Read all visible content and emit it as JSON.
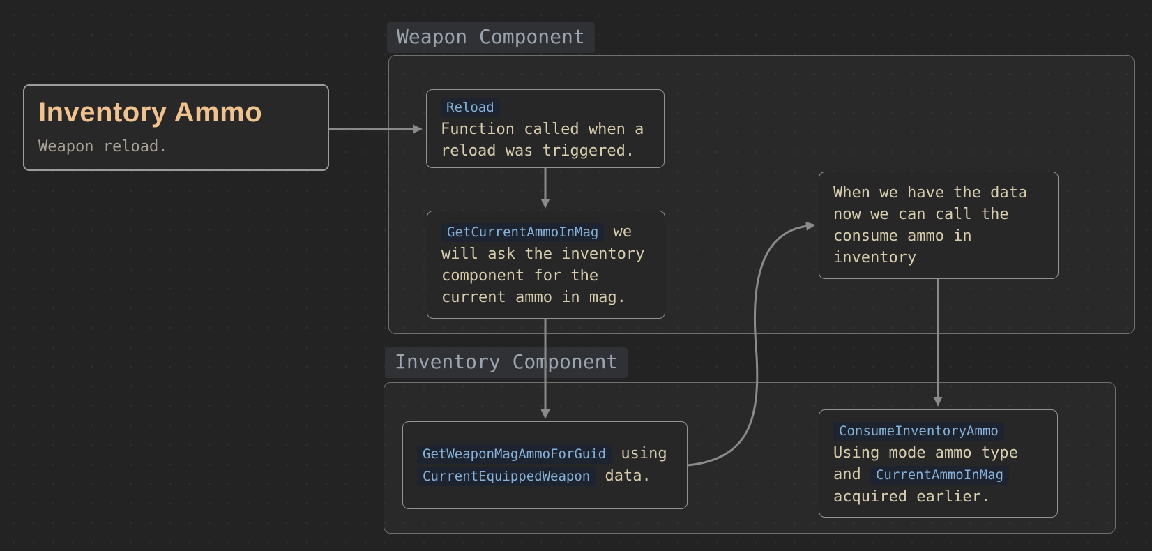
{
  "card": {
    "title": "Inventory Ammo",
    "subtitle": "Weapon reload."
  },
  "groups": {
    "weapon": {
      "label": "Weapon Component"
    },
    "inventory": {
      "label": "Inventory Component"
    }
  },
  "nodes": {
    "reload": {
      "segments": [
        {
          "t": "code",
          "v": "Reload"
        },
        {
          "t": "br"
        },
        {
          "t": "text",
          "v": "Function called when a reload was triggered."
        }
      ]
    },
    "get_current_ammo": {
      "segments": [
        {
          "t": "code",
          "v": "GetCurrentAmmoInMag"
        },
        {
          "t": "text",
          "v": " we will ask the inventory component for the current ammo in mag."
        }
      ]
    },
    "when_data": {
      "segments": [
        {
          "t": "text",
          "v": "When we have the data now we can call the consume ammo in inventory"
        }
      ]
    },
    "get_weapon_mag": {
      "segments": [
        {
          "t": "code",
          "v": "GetWeaponMagAmmoForGuid"
        },
        {
          "t": "text",
          "v": " using "
        },
        {
          "t": "code",
          "v": "CurrentEquippedWeapon"
        },
        {
          "t": "text",
          "v": " data."
        }
      ]
    },
    "consume": {
      "segments": [
        {
          "t": "code",
          "v": "ConsumeInventoryAmmo"
        },
        {
          "t": "br"
        },
        {
          "t": "text",
          "v": "Using mode ammo type and "
        },
        {
          "t": "code",
          "v": "CurrentAmmoInMag"
        },
        {
          "t": "text",
          "v": " acquired earlier."
        }
      ]
    }
  },
  "colors": {
    "background": "#232323",
    "node_text": "#d8ceae",
    "title_accent": "#f0c28e",
    "code_text": "#87b1d7",
    "code_background": "#1d242f",
    "group_label_text": "#9ba3ae",
    "edge": "#8a8a8a"
  }
}
